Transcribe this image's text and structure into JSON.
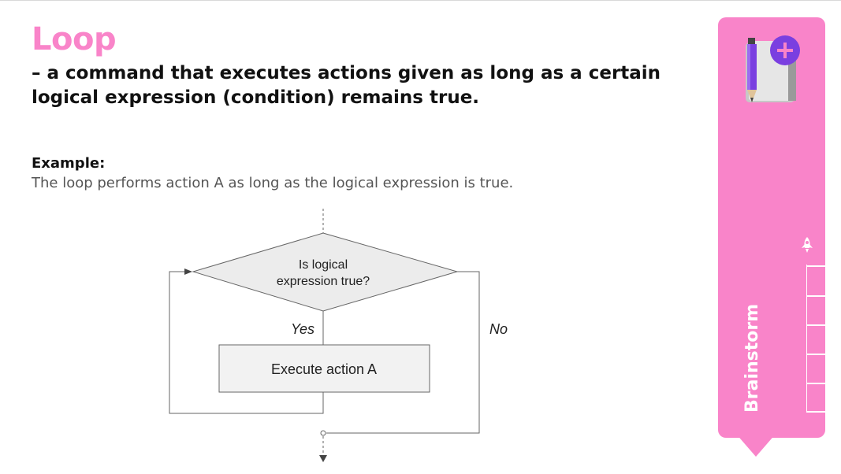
{
  "slide": {
    "title": "Loop",
    "definition": "– a command that executes actions given as long as a certain logical expression (condition) remains true.",
    "example_label": "Example:",
    "example_text": "The loop performs action A as long as the logical expression is true."
  },
  "flowchart": {
    "condition_line1": "Is logical",
    "condition_line2": "expression true?",
    "yes_label": "Yes",
    "no_label": "No",
    "action_label": "Execute action A"
  },
  "sidebar": {
    "label": "Brainstorm",
    "icons": [
      "notebook-pencil-plus-icon",
      "rocket-icon"
    ],
    "colors": {
      "accent": "#f984c9",
      "white": "#ffffff"
    }
  }
}
